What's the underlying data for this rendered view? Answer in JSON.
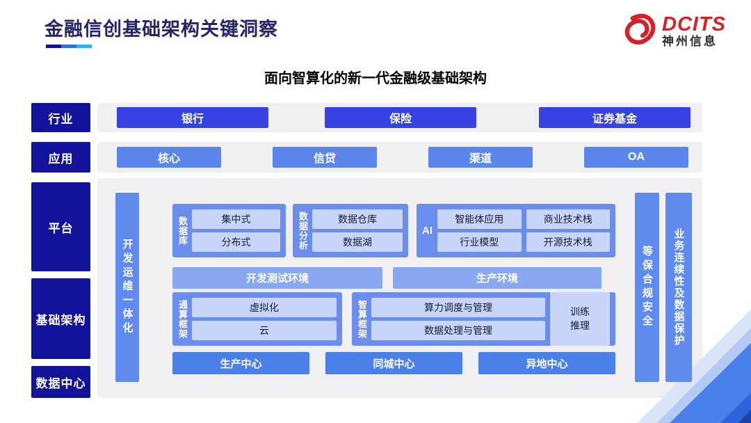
{
  "slide": {
    "title": "金融信创基础架构关键洞察",
    "subtitle": "面向智算化的新一代金融级基础架构"
  },
  "logo": {
    "brand": "DCITS",
    "company": "神州信息"
  },
  "left_labels": {
    "industry": "行业",
    "application": "应用",
    "platform": "平台",
    "infrastructure": "基础架构",
    "datacenter": "数据中心"
  },
  "industry_row": {
    "items": [
      "银行",
      "保险",
      "证券基金"
    ]
  },
  "application_row": {
    "items": [
      "核心",
      "信贷",
      "渠道",
      "OA"
    ]
  },
  "platform": {
    "devops_bar": "开发运维一体化",
    "database": {
      "label": "数据库",
      "items": [
        "集中式",
        "分布式"
      ]
    },
    "analysis": {
      "label": "数据分析",
      "items": [
        "数据仓库",
        "数据湖"
      ]
    },
    "ai": {
      "label": "AI",
      "col1": [
        "智能体应用",
        "行业模型"
      ],
      "col2": [
        "商业技术栈",
        "开源技术栈"
      ]
    },
    "environments": [
      "开发测试环境",
      "生产环境"
    ],
    "general_framework": {
      "label": "通算框架",
      "items": [
        "虚拟化",
        "云"
      ]
    },
    "ai_framework": {
      "label": "智算框架",
      "items": [
        "算力调度与管理",
        "数据处理与管理"
      ],
      "side": [
        "训练",
        "推理"
      ]
    },
    "centers": [
      "生产中心",
      "同城中心",
      "异地中心"
    ]
  },
  "security_bars": [
    "等保合规安全",
    "业务连续性及数据保护"
  ],
  "colors": {
    "navy": "#12129b",
    "primary_blue": "#3742e2",
    "secondary_blue": "#5b86ec",
    "group_blue": "#6b8dee",
    "bar_blue": "#5f8bef",
    "env_blue": "#8aa7f2",
    "center_blue": "#4b80e9",
    "chip_bg": "#c7d6f8",
    "panel_gray": "#f0f0f2",
    "brand_red": "#d6212b"
  }
}
